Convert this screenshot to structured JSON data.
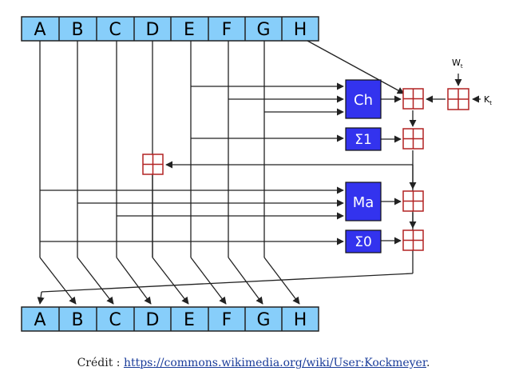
{
  "registers_top": [
    "A",
    "B",
    "C",
    "D",
    "E",
    "F",
    "G",
    "H"
  ],
  "registers_bottom": [
    "A",
    "B",
    "C",
    "D",
    "E",
    "F",
    "G",
    "H"
  ],
  "functions": {
    "ch": "Ch",
    "sigma1": "Σ1",
    "ma": "Ma",
    "sigma0": "Σ0"
  },
  "inputs": {
    "w": "W",
    "w_sub": "t",
    "k": "K",
    "k_sub": "t"
  },
  "credit": {
    "label": "Crédit : ",
    "link": "https://commons.wikimedia.org/wiki/User:Kockmeyer",
    "suffix": "."
  },
  "colors": {
    "register_fill": "#87cefa",
    "function_fill": "#3333ee",
    "adder_stroke": "#b22222",
    "line": "#222222"
  }
}
